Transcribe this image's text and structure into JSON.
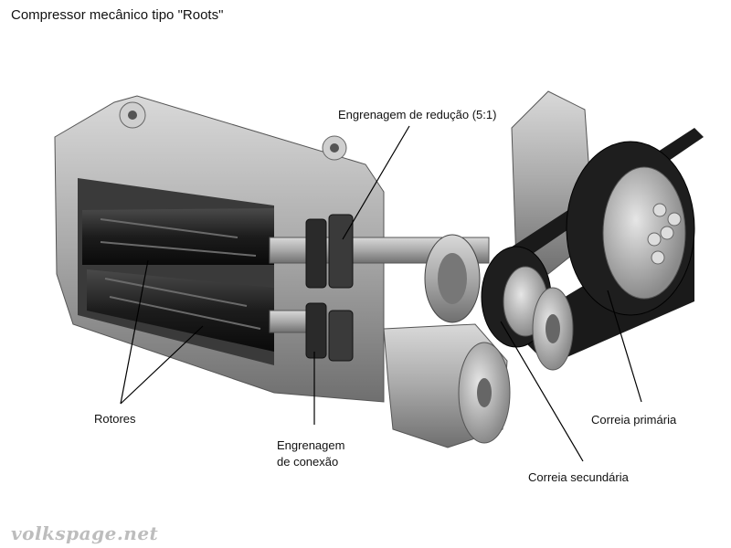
{
  "title": "Compressor mecânico tipo \"Roots\"",
  "labels": {
    "reduction_gear": "Engrenagem de redução (5:1)",
    "rotors": "Rotores",
    "connection_gear_line1": "Engrenagem",
    "connection_gear_line2": "de conexão",
    "primary_belt": "Correia primária",
    "secondary_belt": "Correia secundária"
  },
  "watermark": "volkspage.net"
}
